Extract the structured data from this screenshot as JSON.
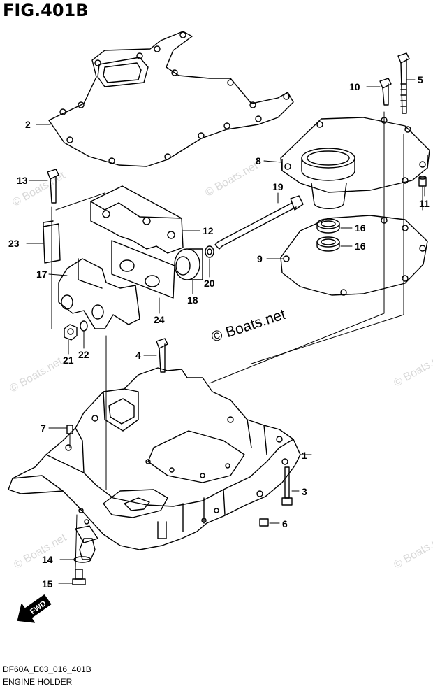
{
  "figure": {
    "title": "FIG.401B",
    "code": "DF60A_E03_016_401B",
    "name": "ENGINE HOLDER"
  },
  "brand": "© Boats.net",
  "watermark": "© Boats.net",
  "callouts": [
    "1",
    "2",
    "3",
    "4",
    "5",
    "6",
    "7",
    "8",
    "9",
    "10",
    "11",
    "12",
    "13",
    "14",
    "15",
    "16",
    "16",
    "17",
    "18",
    "19",
    "20",
    "21",
    "22",
    "23",
    "24"
  ],
  "fwd_label": "FWD"
}
